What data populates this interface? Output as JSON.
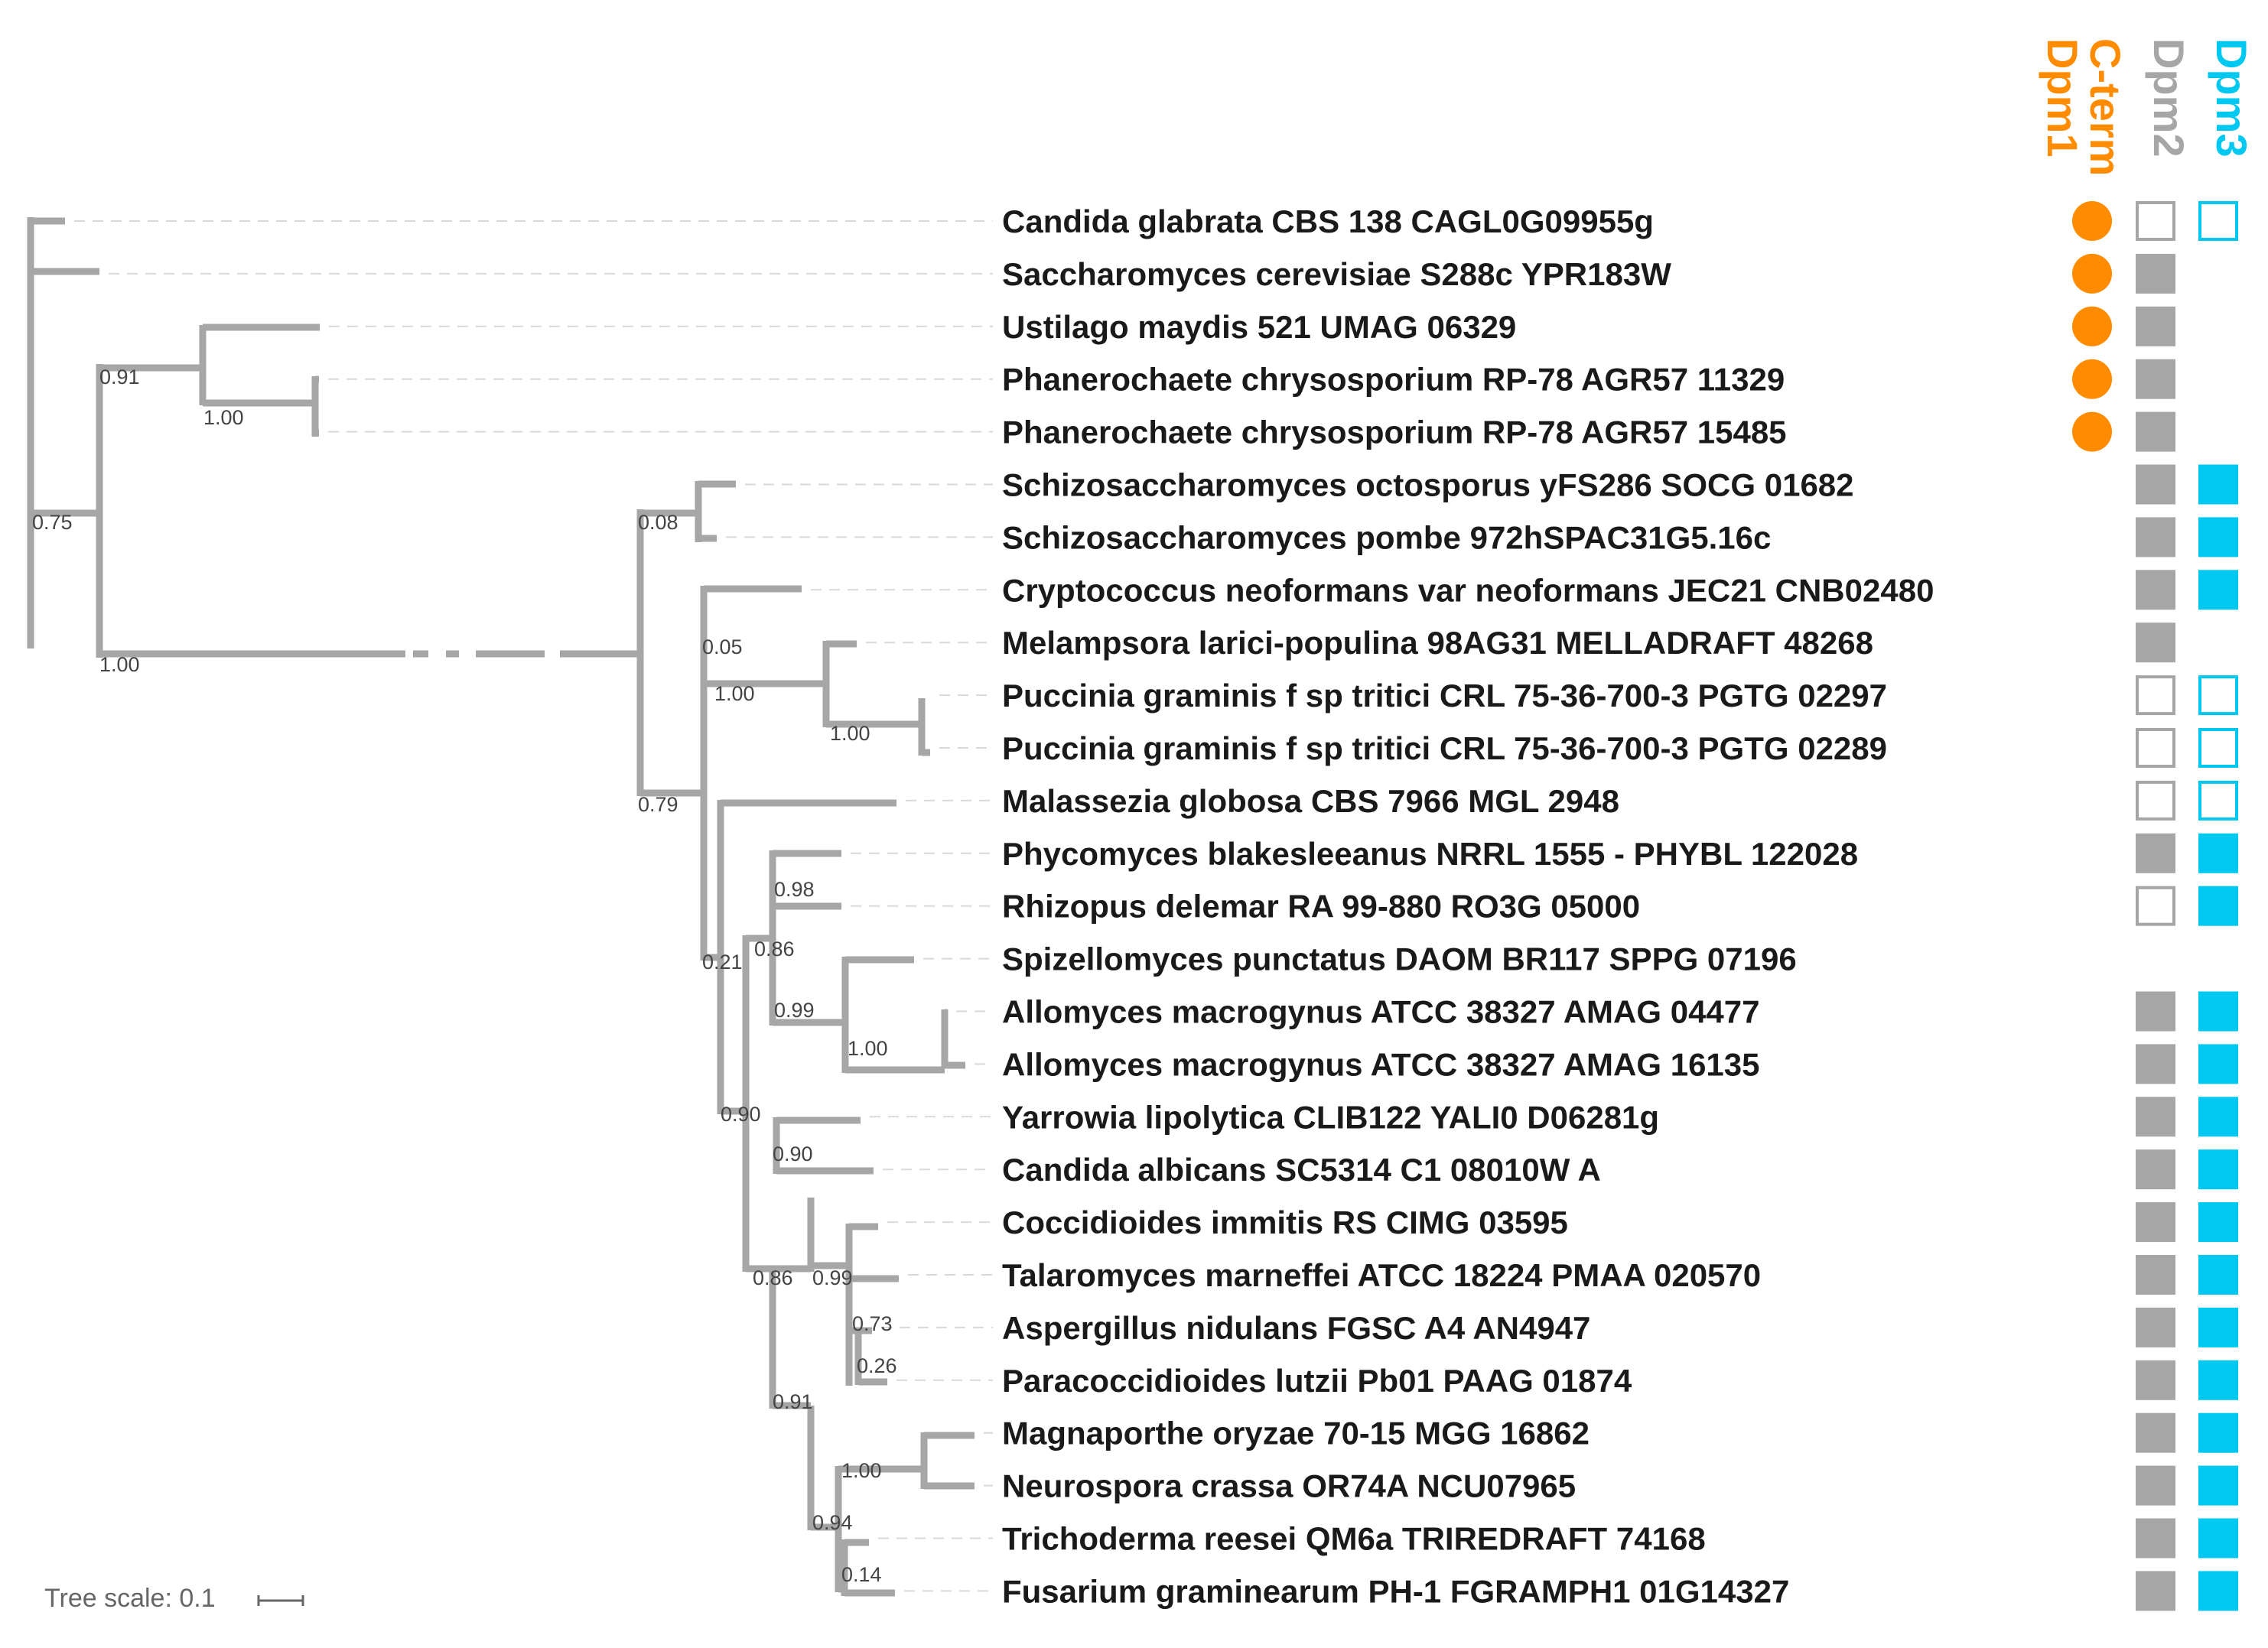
{
  "columns": [
    {
      "lines": [
        "Dpm1",
        "C-term"
      ],
      "color": "#ff8c00"
    },
    {
      "lines": [
        "Dpm2"
      ],
      "color": "#a6a6a6"
    },
    {
      "lines": [
        "Dpm3"
      ],
      "color": "#00c8f0"
    }
  ],
  "leaves": [
    {
      "label": "Candida glabrata CBS 138 CAGL0G09955g",
      "dpm1": true,
      "dpm2": "empty",
      "dpm3": "empty"
    },
    {
      "label": "Saccharomyces cerevisiae S288c YPR183W",
      "dpm1": true,
      "dpm2": "filled",
      "dpm3": "none"
    },
    {
      "label": "Ustilago maydis 521 UMAG 06329",
      "dpm1": true,
      "dpm2": "filled",
      "dpm3": "none"
    },
    {
      "label": "Phanerochaete chrysosporium RP-78 AGR57 11329",
      "dpm1": true,
      "dpm2": "filled",
      "dpm3": "none"
    },
    {
      "label": "Phanerochaete chrysosporium RP-78 AGR57 15485",
      "dpm1": true,
      "dpm2": "filled",
      "dpm3": "none"
    },
    {
      "label": "Schizosaccharomyces octosporus yFS286 SOCG 01682",
      "dpm1": false,
      "dpm2": "filled",
      "dpm3": "filled"
    },
    {
      "label": "Schizosaccharomyces pombe 972hSPAC31G5.16c",
      "dpm1": false,
      "dpm2": "filled",
      "dpm3": "filled"
    },
    {
      "label": "Cryptococcus neoformans var neoformans JEC21 CNB02480",
      "dpm1": false,
      "dpm2": "filled",
      "dpm3": "filled"
    },
    {
      "label": "Melampsora larici-populina 98AG31 MELLADRAFT 48268",
      "dpm1": false,
      "dpm2": "filled",
      "dpm3": "none"
    },
    {
      "label": "Puccinia graminis f sp tritici CRL 75-36-700-3 PGTG 02297",
      "dpm1": false,
      "dpm2": "empty",
      "dpm3": "empty"
    },
    {
      "label": "Puccinia graminis f sp tritici CRL 75-36-700-3 PGTG 02289",
      "dpm1": false,
      "dpm2": "empty",
      "dpm3": "empty"
    },
    {
      "label": "Malassezia globosa CBS 7966 MGL 2948",
      "dpm1": false,
      "dpm2": "empty",
      "dpm3": "empty"
    },
    {
      "label": "Phycomyces blakesleeanus NRRL 1555 - PHYBL 122028",
      "dpm1": false,
      "dpm2": "filled",
      "dpm3": "filled"
    },
    {
      "label": "Rhizopus delemar RA 99-880 RO3G 05000",
      "dpm1": false,
      "dpm2": "empty",
      "dpm3": "filled"
    },
    {
      "label": "Spizellomyces punctatus DAOM BR117 SPPG 07196",
      "dpm1": false,
      "dpm2": "none",
      "dpm3": "none"
    },
    {
      "label": "Allomyces macrogynus ATCC 38327 AMAG 04477",
      "dpm1": false,
      "dpm2": "filled",
      "dpm3": "filled"
    },
    {
      "label": "Allomyces macrogynus ATCC 38327 AMAG 16135",
      "dpm1": false,
      "dpm2": "filled",
      "dpm3": "filled"
    },
    {
      "label": "Yarrowia lipolytica CLIB122 YALI0 D06281g",
      "dpm1": false,
      "dpm2": "filled",
      "dpm3": "filled"
    },
    {
      "label": "Candida albicans SC5314 C1 08010W A",
      "dpm1": false,
      "dpm2": "filled",
      "dpm3": "filled"
    },
    {
      "label": "Coccidioides immitis RS CIMG 03595",
      "dpm1": false,
      "dpm2": "filled",
      "dpm3": "filled"
    },
    {
      "label": "Talaromyces marneffei ATCC 18224 PMAA 020570",
      "dpm1": false,
      "dpm2": "filled",
      "dpm3": "filled"
    },
    {
      "label": "Aspergillus nidulans FGSC A4 AN4947",
      "dpm1": false,
      "dpm2": "filled",
      "dpm3": "filled"
    },
    {
      "label": "Paracoccidioides lutzii Pb01 PAAG 01874",
      "dpm1": false,
      "dpm2": "filled",
      "dpm3": "filled"
    },
    {
      "label": "Magnaporthe oryzae 70-15 MGG 16862",
      "dpm1": false,
      "dpm2": "filled",
      "dpm3": "filled"
    },
    {
      "label": "Neurospora crassa OR74A NCU07965",
      "dpm1": false,
      "dpm2": "filled",
      "dpm3": "filled"
    },
    {
      "label": "Trichoderma reesei QM6a TRIREDRAFT 74168",
      "dpm1": false,
      "dpm2": "filled",
      "dpm3": "filled"
    },
    {
      "label": "Fusarium graminearum PH-1 FGRAMPH1 01G14327",
      "dpm1": false,
      "dpm2": "filled",
      "dpm3": "filled"
    }
  ],
  "supports": [
    {
      "id": "s1",
      "text": "0.91"
    },
    {
      "id": "s2",
      "text": "1.00"
    },
    {
      "id": "s3",
      "text": "0.75"
    },
    {
      "id": "s4",
      "text": "1.00"
    },
    {
      "id": "s5",
      "text": "0.08"
    },
    {
      "id": "s6",
      "text": "0.05"
    },
    {
      "id": "s7",
      "text": "1.00"
    },
    {
      "id": "s8",
      "text": "1.00"
    },
    {
      "id": "s9",
      "text": "0.79"
    },
    {
      "id": "s10",
      "text": "0.98"
    },
    {
      "id": "s11",
      "text": "0.21"
    },
    {
      "id": "s12",
      "text": "0.86"
    },
    {
      "id": "s13",
      "text": "0.99"
    },
    {
      "id": "s14",
      "text": "1.00"
    },
    {
      "id": "s15",
      "text": "0.90"
    },
    {
      "id": "s16",
      "text": "0.90"
    },
    {
      "id": "s17",
      "text": "0.86"
    },
    {
      "id": "s18",
      "text": "0.99"
    },
    {
      "id": "s19",
      "text": "0.73"
    },
    {
      "id": "s20",
      "text": "0.26"
    },
    {
      "id": "s21",
      "text": "0.91"
    },
    {
      "id": "s22",
      "text": "1.00"
    },
    {
      "id": "s23",
      "text": "0.94"
    },
    {
      "id": "s24",
      "text": "0.14"
    }
  ],
  "tree_scale": {
    "label": "Tree scale: 0.1"
  },
  "colors": {
    "branch": "#a6a6a6",
    "dpm1": "#ff8c00",
    "dpm2": "#a6a6a6",
    "dpm3": "#00c8f0"
  }
}
